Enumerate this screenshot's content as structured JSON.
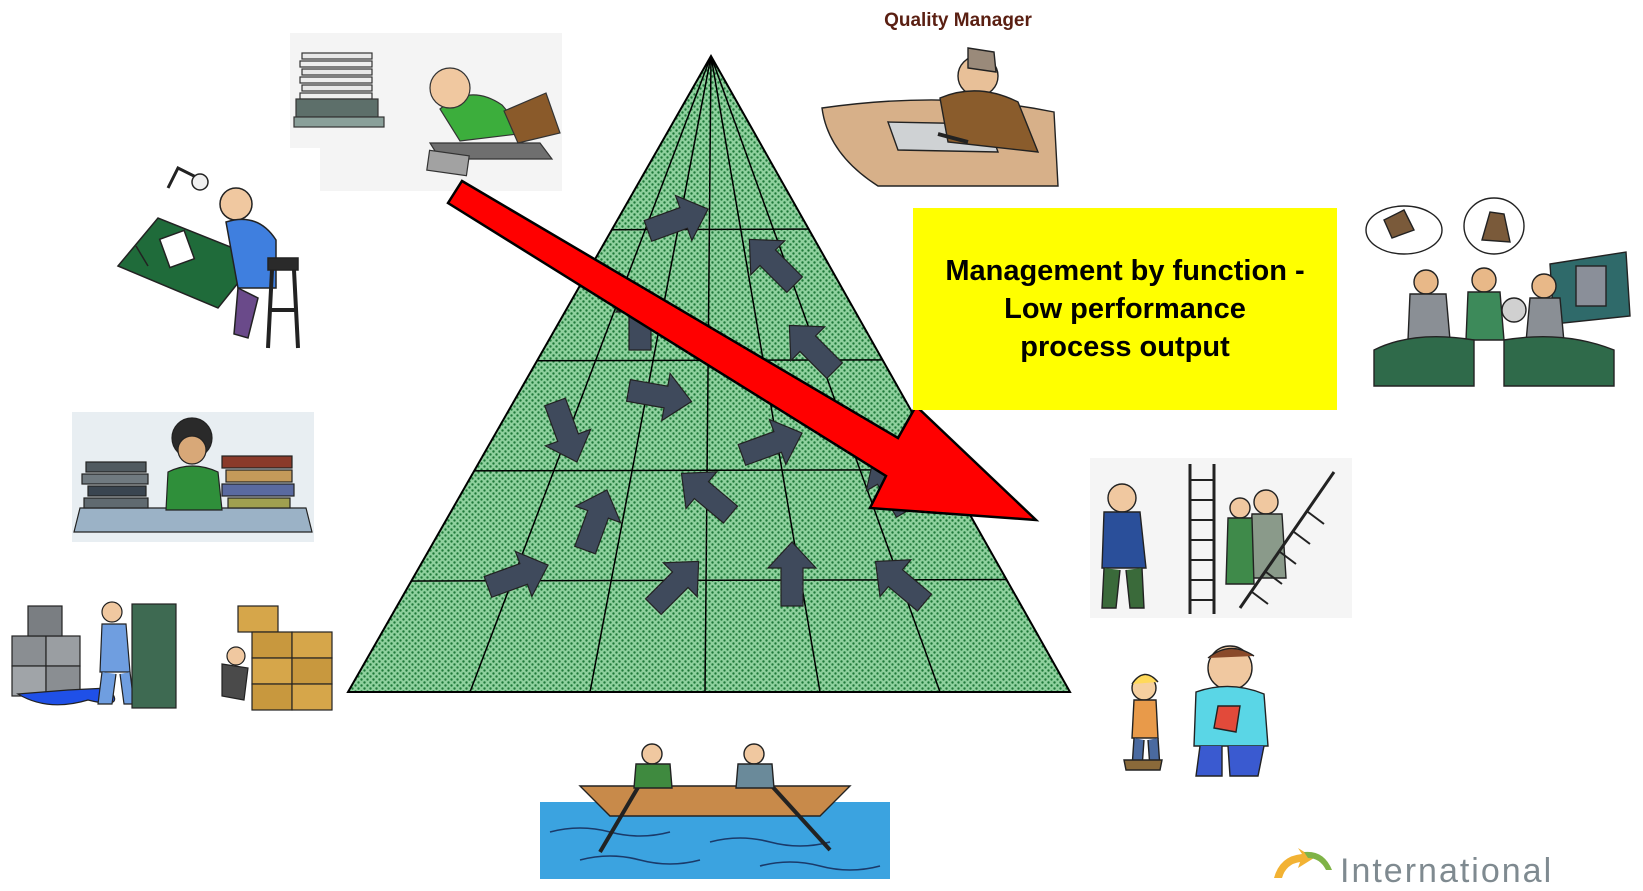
{
  "quality_manager_label": "Quality Manager",
  "callout_text": "Management by function - Low performance process output",
  "logo_text": "International",
  "colors": {
    "pyramid_fill": "#8fd19e",
    "pyramid_dots": "#1f7a3a",
    "small_arrows": "#3f4a5c",
    "big_arrow": "#ff0000",
    "callout_bg": "#ffff00",
    "label_color": "#5a1f12"
  },
  "icons": [
    "overwhelmed-clerk-illustration",
    "stressed-draftsman-illustration",
    "buried-in-books-illustration",
    "spill-and-stacking-boxes-illustration",
    "quality-manager-illustration",
    "team-meeting-illustration",
    "people-with-ladders-illustration",
    "adult-and-child-illustration",
    "rowing-boat-illustration",
    "integrated-logo-icon"
  ]
}
